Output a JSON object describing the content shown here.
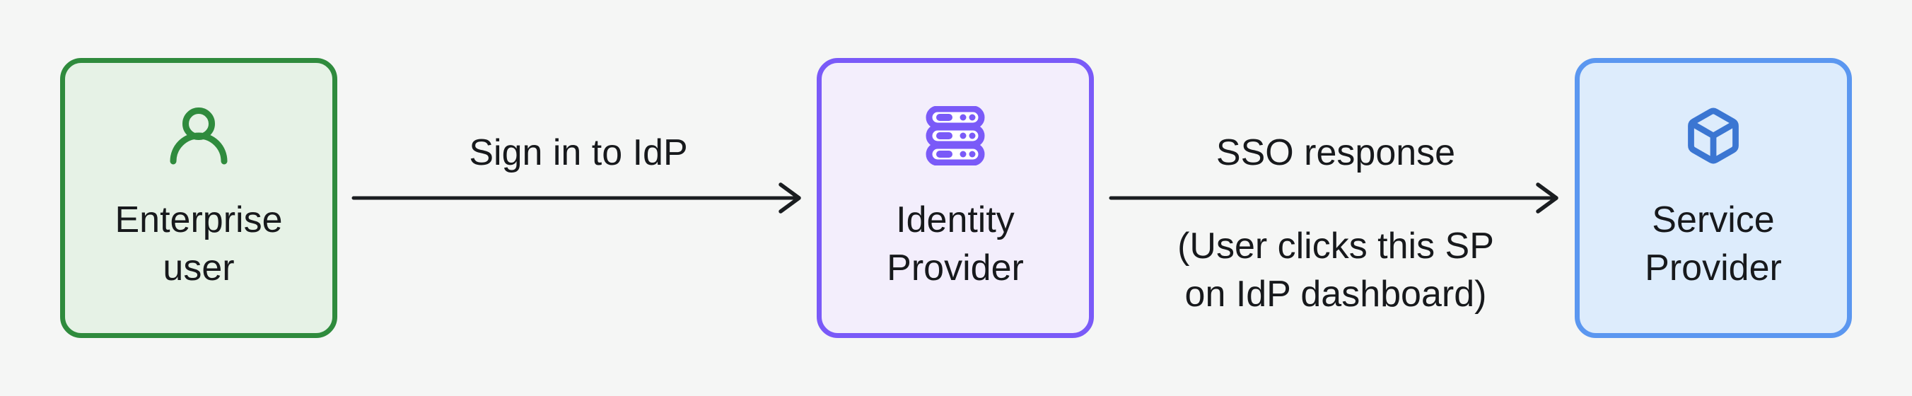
{
  "canvas": {
    "background": "#f5f6f5",
    "text_color": "#17191c",
    "arrow_color": "#1a1d20"
  },
  "nodes": [
    {
      "id": "enterprise-user",
      "icon": "user-icon",
      "lines": [
        "Enterprise",
        "user"
      ],
      "border_color": "#2f8b3d",
      "fill_color": "#e6f2e6",
      "icon_color": "#2f8b3d"
    },
    {
      "id": "identity-provider",
      "icon": "server-icon",
      "lines": [
        "Identity",
        "Provider"
      ],
      "border_color": "#7a5af8",
      "fill_color": "#f3eefc",
      "icon_color": "#7a5af8"
    },
    {
      "id": "service-provider",
      "icon": "cube-icon",
      "lines": [
        "Service",
        "Provider"
      ],
      "border_color": "#5b97f0",
      "fill_color": "#ddecfc",
      "icon_color": "#3b76d2"
    }
  ],
  "edges": [
    {
      "label": "Sign in to IdP",
      "caption_lines": []
    },
    {
      "label": "SSO response",
      "caption_lines": [
        "(User clicks this SP",
        "on IdP dashboard)"
      ]
    }
  ]
}
